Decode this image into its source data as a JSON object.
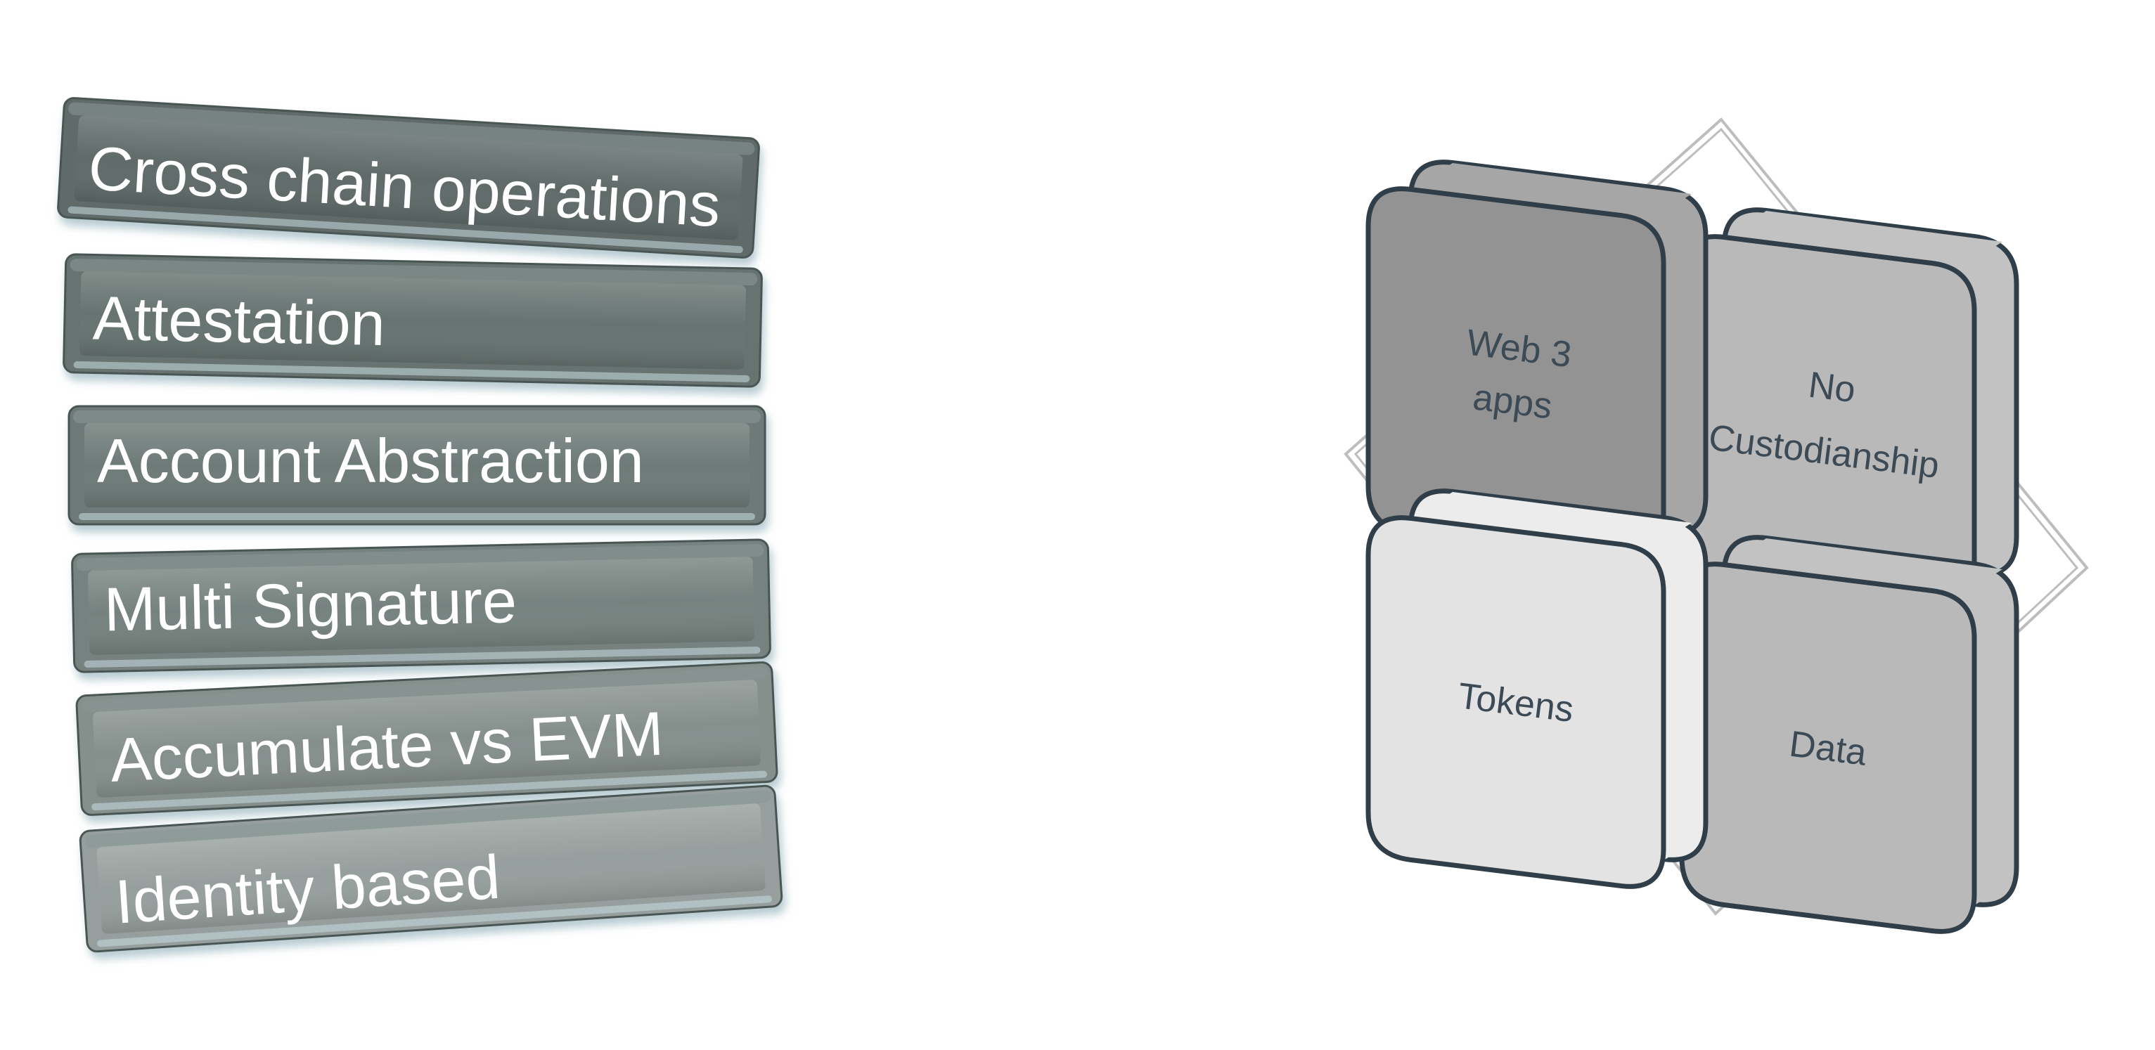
{
  "diagram": {
    "bar_list": [
      {
        "label": "Cross chain operations",
        "color": "#5f6b69"
      },
      {
        "label": "Attestation",
        "color": "#66736f"
      },
      {
        "label": "Account Abstraction",
        "color": "#6d7a77"
      },
      {
        "label": "Multi Signature",
        "color": "#76827f"
      },
      {
        "label": "Accumulate vs EVM",
        "color": "#858f8c"
      },
      {
        "label": "Identity based",
        "color": "#969f9d"
      }
    ],
    "tile_grid": [
      {
        "lines": [
          "Web 3",
          "apps"
        ],
        "face_color": "#939393",
        "side_color": "#a6a6a6"
      },
      {
        "lines": [
          "No",
          "Custodianship"
        ],
        "face_color": "#b9b9b9",
        "side_color": "#c2c2c2"
      },
      {
        "lines": [
          "Tokens"
        ],
        "face_color": "#e3e3e3",
        "side_color": "#ececec"
      },
      {
        "lines": [
          "Data"
        ],
        "face_color": "#b9b9b9",
        "side_color": "#c2c2c2"
      }
    ],
    "outline_color": "#2f3e48",
    "diamond_color": "#bdbdbd"
  }
}
